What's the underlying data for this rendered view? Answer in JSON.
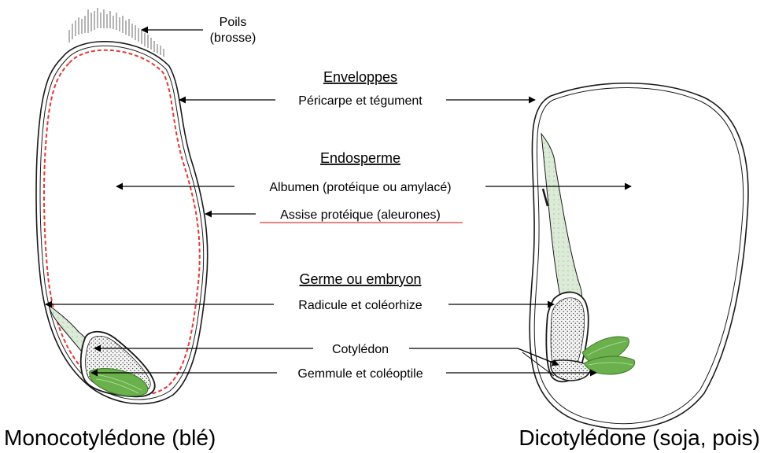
{
  "captions": {
    "monocot": "Monocotylédone (blé)",
    "dicot": "Dicotylédone (soja, pois)"
  },
  "labels": {
    "hairs_line1": "Poils",
    "hairs_line2": "(brosse)",
    "envelopes_heading": "Enveloppes",
    "pericarp": "Péricarpe et tégument",
    "endosperm_heading": "Endosperme",
    "albumen": "Albumen (protéique ou amylacé)",
    "aleurone": "Assise protéique (aleurones)",
    "germ_heading": "Germe ou embryon",
    "radicle": "Radicule et coléorhize",
    "cotyledon": "Cotylédon",
    "plumule": "Gemmule et coléoptile"
  },
  "colors": {
    "outline": "#1a1a1a",
    "aleurone_dash": "#e53935",
    "embryo_axis": "#dcebd7",
    "plumule": "#6ab04c",
    "cotyledon_fill": "#f2f2f2"
  }
}
